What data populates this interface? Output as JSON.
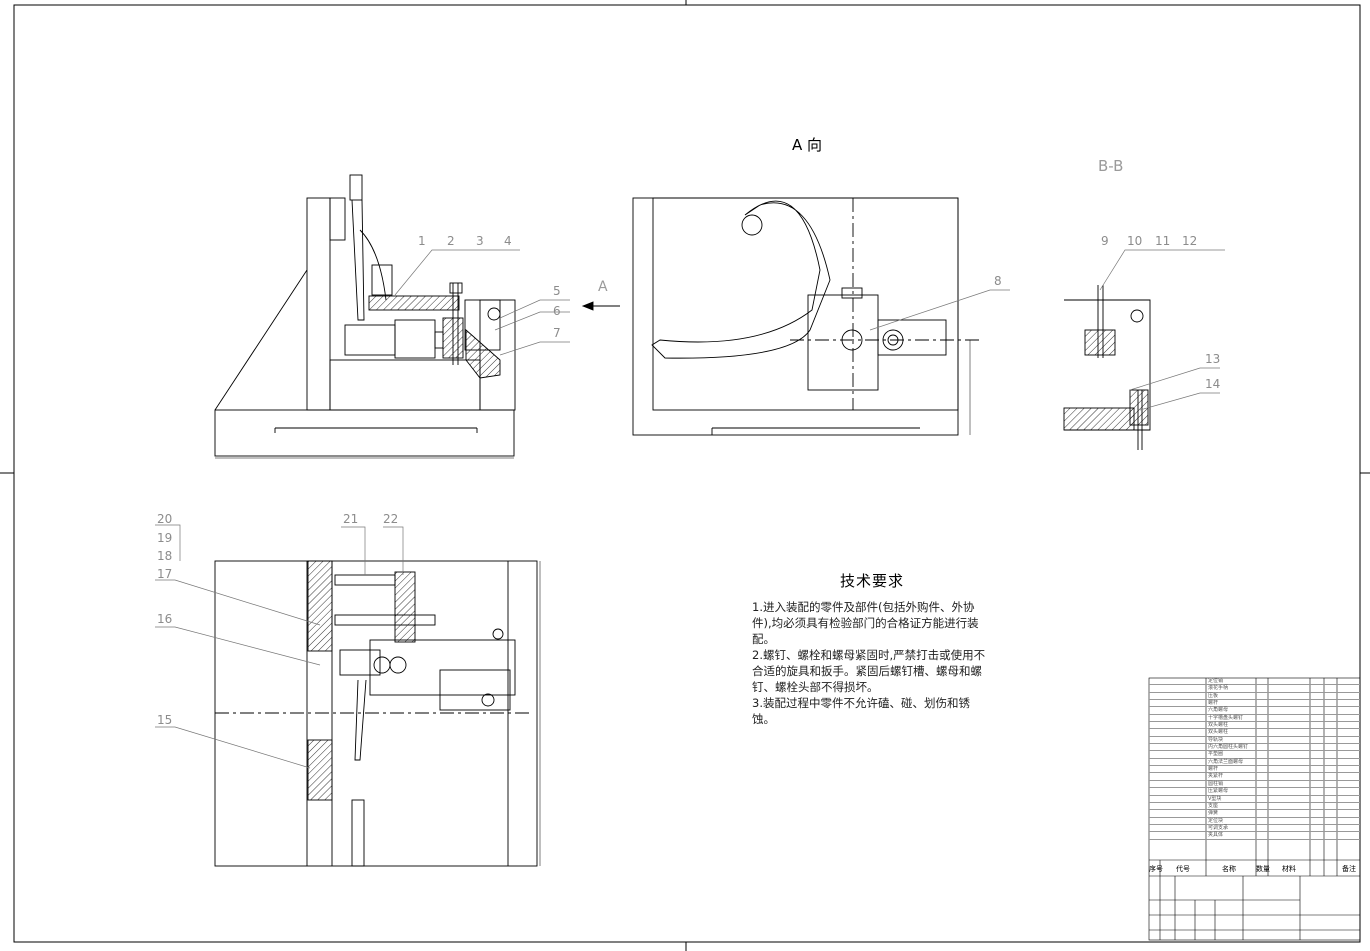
{
  "views": {
    "view_a": {
      "label": "A 向"
    },
    "view_bb": {
      "label": "B-B"
    },
    "arrow_a": {
      "label": "A"
    }
  },
  "callouts": [
    "1",
    "2",
    "3",
    "4",
    "5",
    "6",
    "7",
    "8",
    "9",
    "10",
    "11",
    "12",
    "13",
    "14",
    "15",
    "16",
    "17",
    "18",
    "19",
    "20",
    "21",
    "22"
  ],
  "tech_requirements": {
    "title": "技术要求",
    "items": [
      "1.进入装配的零件及部件(包括外购件、外协件),均必须具有检验部门的合格证方能进行装配。",
      "2.螺钉、螺栓和螺母紧固时,严禁打击或使用不合适的旋具和扳手。紧固后螺钉槽、螺母和螺钉、螺栓头部不得损坏。",
      "3.装配过程中零件不允许磕、碰、划伤和锈蚀。"
    ]
  },
  "bom": {
    "header": {
      "seq": "序号",
      "code": "代号",
      "name": "名称",
      "qty": "数量",
      "material": "材料",
      "remark": "备注"
    },
    "rows": [
      "定位销",
      "滚花手柄",
      "压板",
      "螺杆",
      "六角螺母",
      "十字槽盘头螺钉",
      "双头螺柱",
      "双头螺柱",
      "导轨块",
      "内六角圆柱头螺钉",
      "平垫圈",
      "六角法兰面螺母",
      "螺杆",
      "夹紧杆",
      "圆柱销",
      "压紧螺母",
      "V型块",
      "支座",
      "弹簧",
      "定位块",
      "可调支承",
      "夹具体"
    ]
  }
}
